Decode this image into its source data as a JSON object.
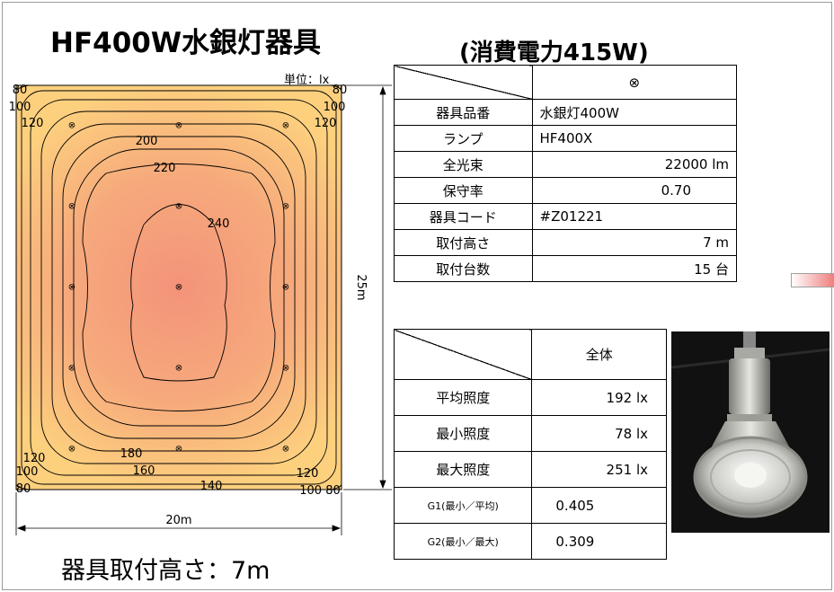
{
  "title": "HF400W水銀灯器具",
  "subtitle": "(消費電力415W)",
  "unit_label": "単位：lx",
  "plan": {
    "width_label": "20m",
    "height_label": "25m",
    "contour_labels": [
      "80",
      "100",
      "120",
      "80",
      "100",
      "120",
      "200",
      "220",
      "240",
      "120",
      "100",
      "80",
      "180",
      "160",
      "140",
      "120",
      "100 80"
    ],
    "fixture_symbol": "⊗"
  },
  "caption": "器具取付高さ：7m",
  "spec_table": {
    "header": "⊗",
    "rows": [
      {
        "label": "器具品番",
        "value": "水銀灯400W"
      },
      {
        "label": "ランプ",
        "value": "HF400X"
      },
      {
        "label": "全光束",
        "value": "22000  lm"
      },
      {
        "label": "保守率",
        "value": "0.70"
      },
      {
        "label": "器具コード",
        "value": "#Z01221"
      },
      {
        "label": "取付高さ",
        "value": "7  m"
      },
      {
        "label": "取付台数",
        "value": "15  台"
      }
    ]
  },
  "result_table": {
    "header": "全体",
    "rows": [
      {
        "label": "平均照度",
        "value": "192  lx"
      },
      {
        "label": "最小照度",
        "value": "78  lx"
      },
      {
        "label": "最大照度",
        "value": "251  lx"
      },
      {
        "label": "G1(最小／平均)",
        "value": "0.405"
      },
      {
        "label": "G2(最小／最大)",
        "value": "0.309"
      }
    ]
  },
  "colors": {
    "outer_fill": "#fdd07e",
    "inner_fill": "#f4937a",
    "swatch_from": "#ffffff",
    "swatch_to": "#f08080"
  }
}
